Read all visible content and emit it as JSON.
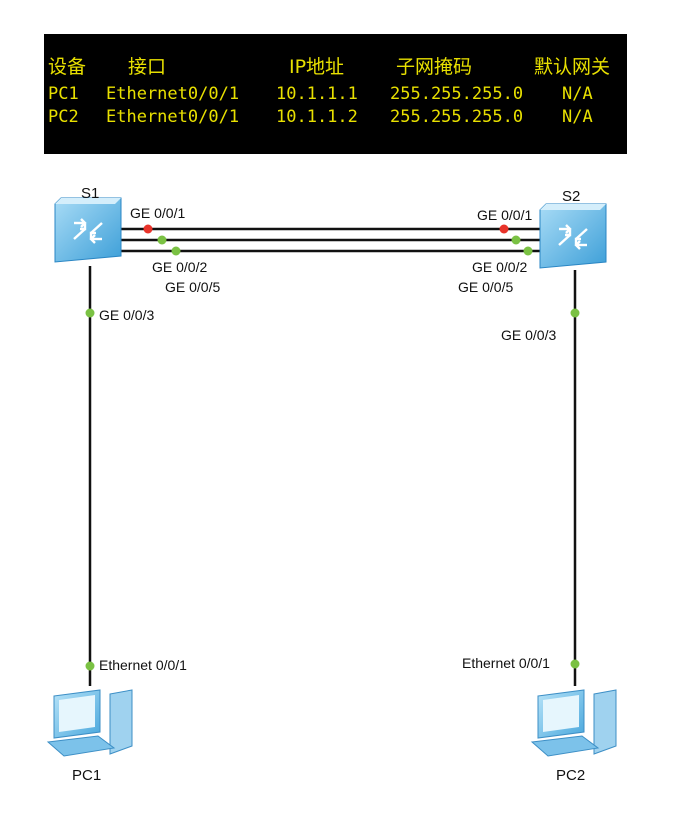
{
  "table": {
    "headers": [
      "设备",
      "接口",
      "IP地址",
      "子网掩码",
      "默认网关"
    ],
    "rows": [
      [
        "PC1",
        "Ethernet0/0/1",
        "10.1.1.1",
        "255.255.255.0",
        "N/A"
      ],
      [
        "PC2",
        "Ethernet0/0/1",
        "10.1.1.2",
        "255.255.255.0",
        "N/A"
      ]
    ]
  },
  "devices": {
    "s1": {
      "name": "S1",
      "icon": "switch-icon"
    },
    "s2": {
      "name": "S2",
      "icon": "switch-icon"
    },
    "pc1": {
      "name": "PC1",
      "icon": "pc-icon"
    },
    "pc2": {
      "name": "PC2",
      "icon": "pc-icon"
    }
  },
  "ports": {
    "s1_ge001": "GE 0/0/1",
    "s1_ge002": "GE 0/0/2",
    "s1_ge005": "GE 0/0/5",
    "s1_ge003": "GE 0/0/3",
    "s2_ge001": "GE 0/0/1",
    "s2_ge002": "GE 0/0/2",
    "s2_ge005": "GE 0/0/5",
    "s2_ge003": "GE 0/0/3",
    "pc1_eth": "Ethernet 0/0/1",
    "pc2_eth": "Ethernet 0/0/1"
  },
  "colors": {
    "table_background": "#000000",
    "table_text": "#e8e000",
    "port_up": "#7ac143",
    "port_blocked": "#e8332a",
    "device_blue": "#5ab4e6"
  }
}
